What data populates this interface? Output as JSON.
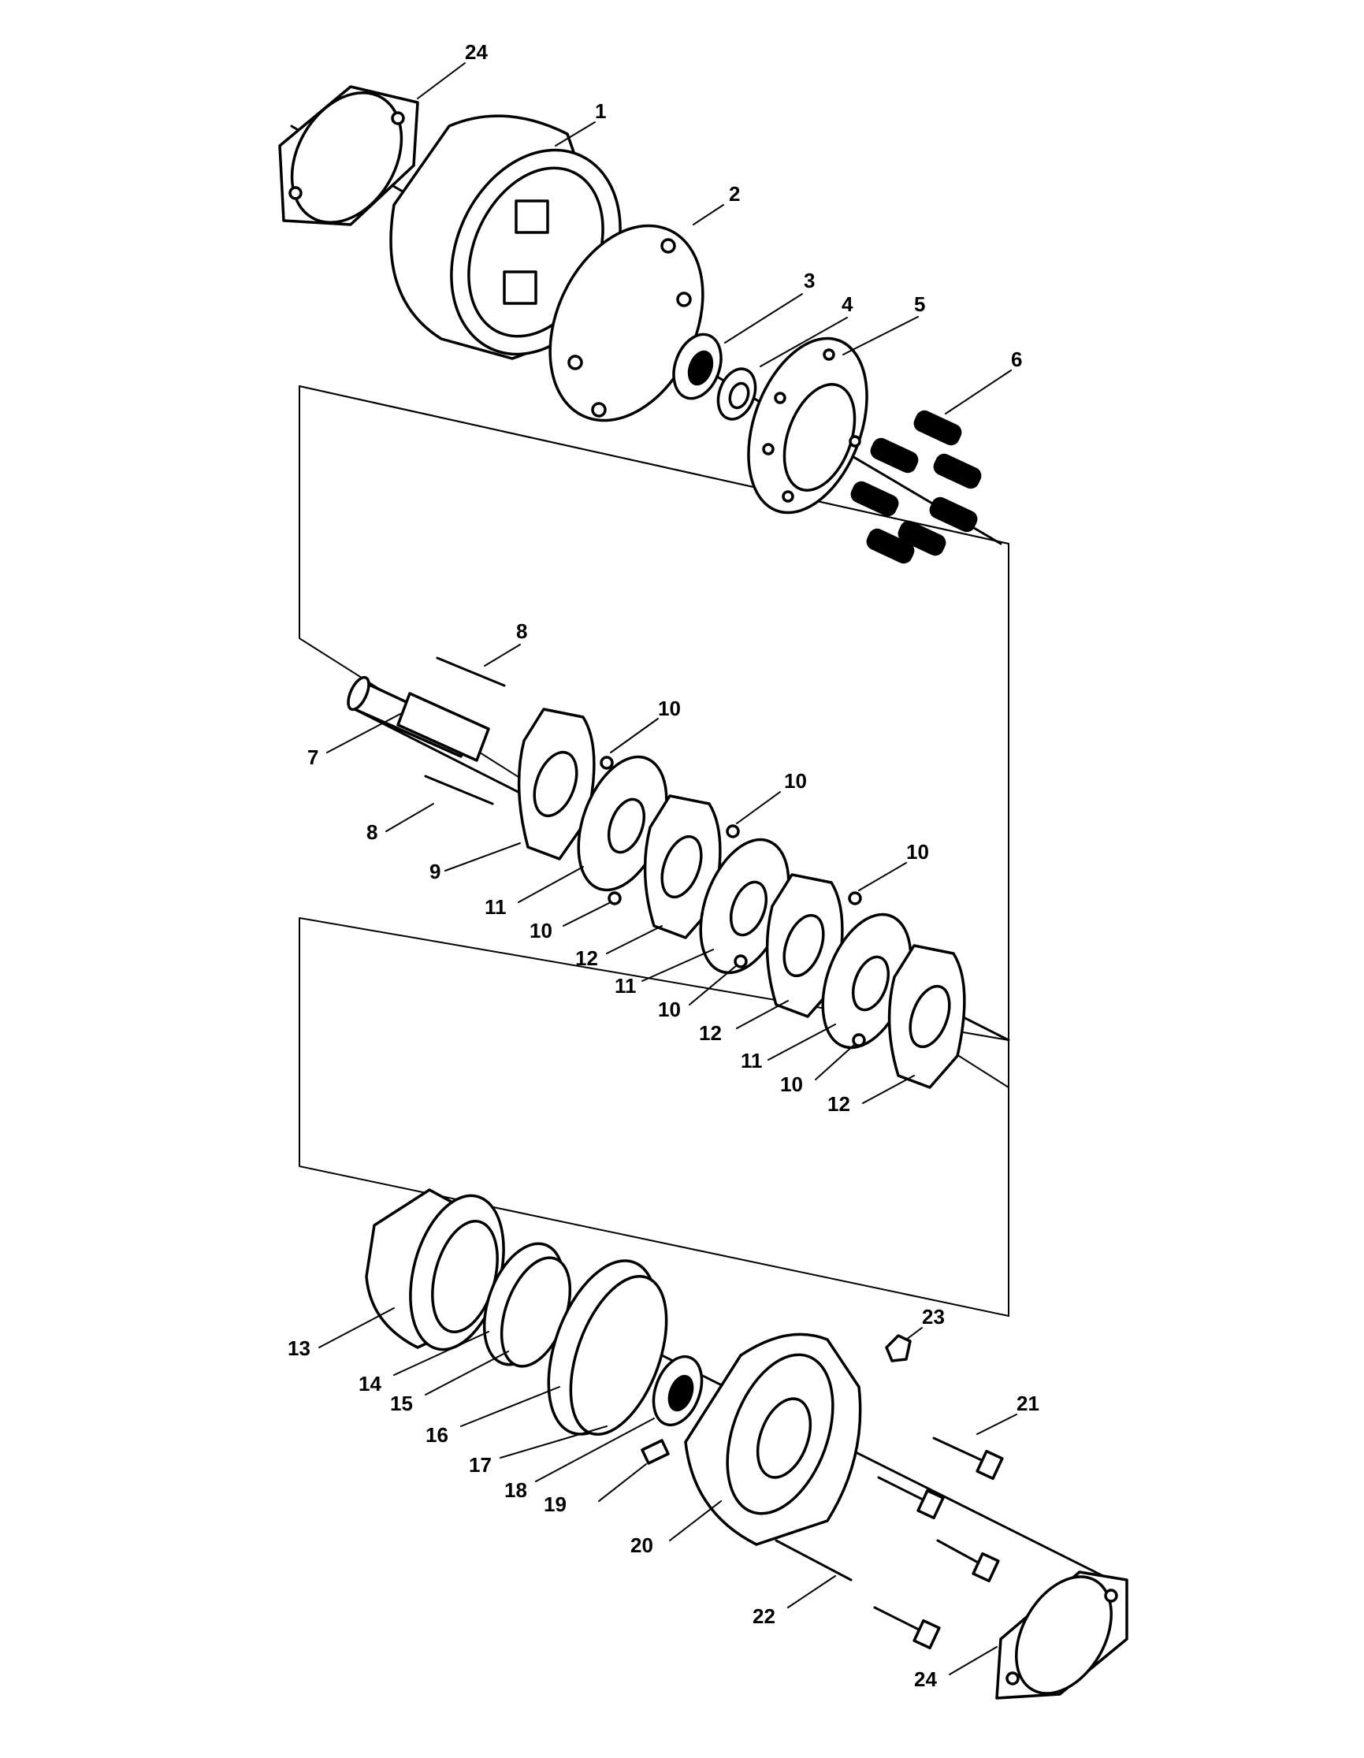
{
  "callouts": [
    {
      "id": "c24a",
      "label": "24"
    },
    {
      "id": "c1",
      "label": "1"
    },
    {
      "id": "c2",
      "label": "2"
    },
    {
      "id": "c3",
      "label": "3"
    },
    {
      "id": "c4",
      "label": "4"
    },
    {
      "id": "c5",
      "label": "5"
    },
    {
      "id": "c6",
      "label": "6"
    },
    {
      "id": "c8a",
      "label": "8"
    },
    {
      "id": "c7",
      "label": "7"
    },
    {
      "id": "c8b",
      "label": "8"
    },
    {
      "id": "c9",
      "label": "9"
    },
    {
      "id": "c10a",
      "label": "10"
    },
    {
      "id": "c10b",
      "label": "10"
    },
    {
      "id": "c10c",
      "label": "10"
    },
    {
      "id": "c11a",
      "label": "11"
    },
    {
      "id": "c10d",
      "label": "10"
    },
    {
      "id": "c12a",
      "label": "12"
    },
    {
      "id": "c11b",
      "label": "11"
    },
    {
      "id": "c10e",
      "label": "10"
    },
    {
      "id": "c12b",
      "label": "12"
    },
    {
      "id": "c11c",
      "label": "11"
    },
    {
      "id": "c10f",
      "label": "10"
    },
    {
      "id": "c12c",
      "label": "12"
    },
    {
      "id": "c13",
      "label": "13"
    },
    {
      "id": "c14",
      "label": "14"
    },
    {
      "id": "c15",
      "label": "15"
    },
    {
      "id": "c16",
      "label": "16"
    },
    {
      "id": "c17",
      "label": "17"
    },
    {
      "id": "c18",
      "label": "18"
    },
    {
      "id": "c19",
      "label": "19"
    },
    {
      "id": "c20",
      "label": "20"
    },
    {
      "id": "c21",
      "label": "21"
    },
    {
      "id": "c22",
      "label": "22"
    },
    {
      "id": "c23",
      "label": "23"
    },
    {
      "id": "c24b",
      "label": "24"
    }
  ]
}
